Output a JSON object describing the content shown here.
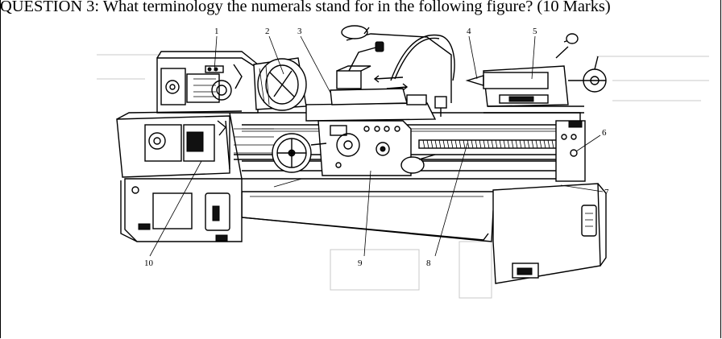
{
  "question": {
    "text": "QUESTION 3: What terminology the numerals stand for in the following figure? (10 Marks)"
  },
  "figure": {
    "callouts": [
      "1",
      "2",
      "3",
      "4",
      "5",
      "6",
      "7",
      "8",
      "9",
      "10"
    ]
  }
}
